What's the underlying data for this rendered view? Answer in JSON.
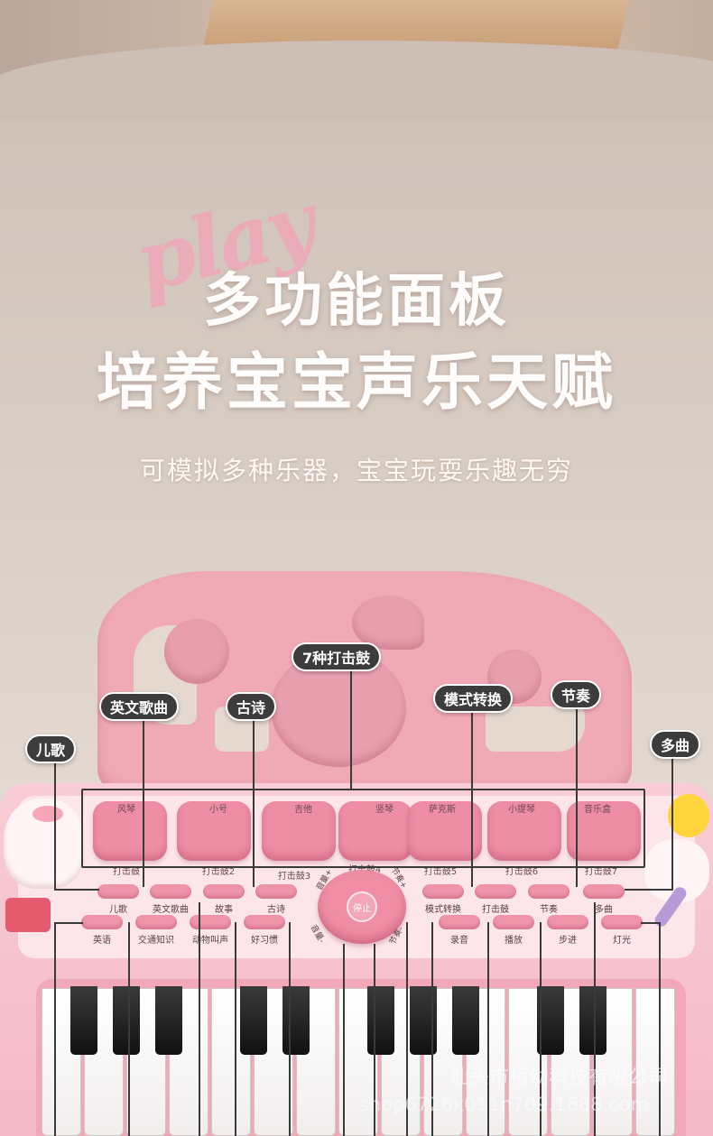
{
  "header": {
    "play_word": "play",
    "title_line1": "多功能面板",
    "title_line2": "培养宝宝声乐天赋",
    "subtitle": "可模拟多种乐器，宝宝玩耍乐趣无穷"
  },
  "callouts": {
    "percussion": "7种打击鼓",
    "english_songs": "英文歌曲",
    "poems": "古诗",
    "mode_switch": "模式转换",
    "rhythm": "节奏",
    "nursery": "儿歌",
    "multi_song": "多曲"
  },
  "instruments": [
    {
      "label": "风琴",
      "drum": "打击鼓"
    },
    {
      "label": "小号",
      "drum": "打击鼓2"
    },
    {
      "label": "吉他",
      "drum": "打击鼓3"
    },
    {
      "label": "竖琴",
      "drum": "打击鼓4"
    },
    {
      "label": "萨克斯",
      "drum": "打击鼓5"
    },
    {
      "label": "小提琴",
      "drum": "打击鼓6"
    },
    {
      "label": "音乐盒",
      "drum": "打击鼓7"
    }
  ],
  "row1_buttons": [
    "儿歌",
    "英文歌曲",
    "故事",
    "古诗",
    "模式转换",
    "打击鼓",
    "节奏",
    "多曲"
  ],
  "row2_buttons": [
    "英语",
    "交通知识",
    "动物叫声",
    "好习惯",
    "录音",
    "播放",
    "步进",
    "灯光"
  ],
  "dpad": {
    "center": "停止",
    "up_left": "音量+",
    "up_right": "节奏+",
    "down_left": "音量-",
    "down_right": "节奏-"
  },
  "watermark": {
    "line1": "汕头市柯幼科技有限公司",
    "line2": "shop6726k011n709.1688.com"
  },
  "colors": {
    "background": "#d8cdc4",
    "toy_pink": "#f4b9c4",
    "button_pink": "#ee8ea4",
    "tag_bg": "#3c3c3c"
  }
}
